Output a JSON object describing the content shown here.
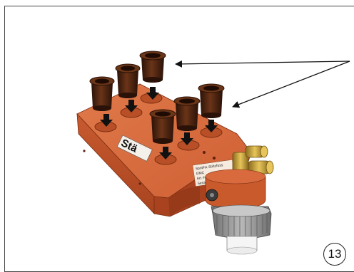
{
  "figure": {
    "brand_mark": "Stä",
    "label_lines": [
      "SpotFix Stützfuss",
      "GMC",
      "Art.-Nr.: ...",
      "Serial: ..."
    ],
    "step_number": "13"
  },
  "colors": {
    "block_front": "#c4542b",
    "block_top": "#d86a3e",
    "block_side": "#a9421f",
    "cup_dark": "#3a1a0c",
    "cup_rim": "#6b3518",
    "arrow": "#111111",
    "brass": "#c9a23a",
    "coupling_gray": "#8f8f8f",
    "line_frame": "#444444"
  },
  "icons": [
    "down-arrow-icon",
    "callout-arrow-icon",
    "step-number-circle"
  ]
}
